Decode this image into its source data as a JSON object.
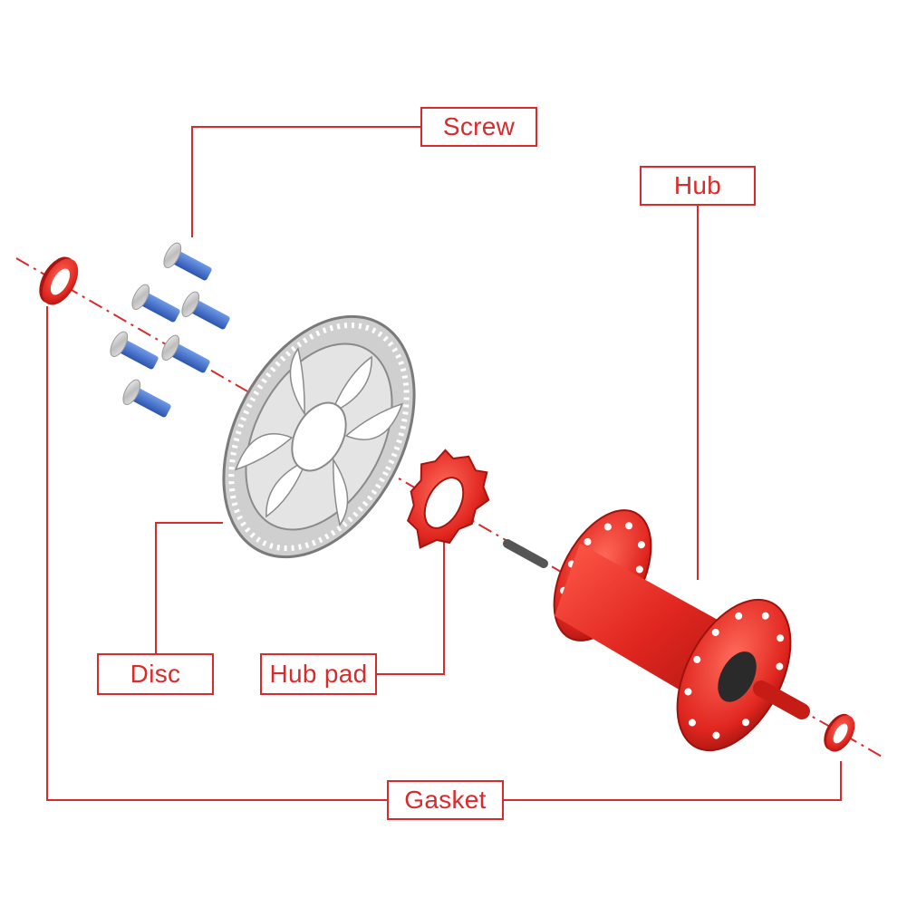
{
  "labels": {
    "screw": "Screw",
    "hub": "Hub",
    "disc": "Disc",
    "hub_pad": "Hub pad",
    "gasket": "Gasket"
  },
  "colors": {
    "accent": "#d92b2b",
    "hub_red": "#e0261f",
    "screw_thread": "#3d6fd0",
    "steel": "#d9d9d9"
  }
}
